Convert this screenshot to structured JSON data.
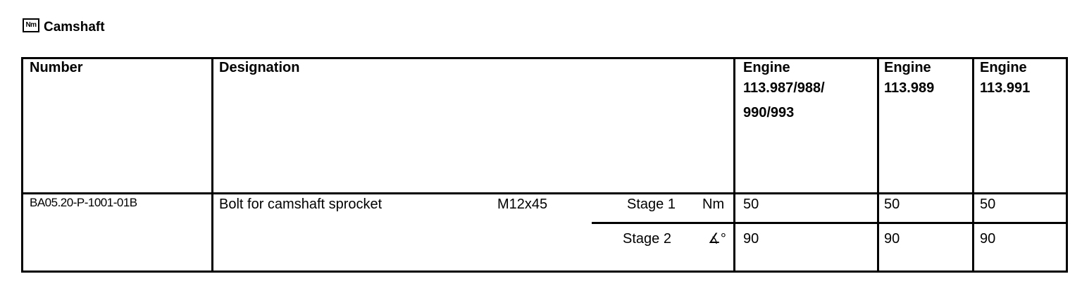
{
  "section": {
    "icon_label": "Nm",
    "title": "Camshaft"
  },
  "table": {
    "headers": {
      "number": "Number",
      "designation": "Designation",
      "engine_a": [
        "Engine",
        "113.987/988/",
        "990/993"
      ],
      "engine_b": [
        "Engine",
        "113.989"
      ],
      "engine_c": [
        "Engine",
        "113.991"
      ]
    },
    "row": {
      "number": "BA05.20-P-1001-01B",
      "designation": "Bolt for camshaft sprocket",
      "size": "M12x45",
      "stages": [
        {
          "label": "Stage 1",
          "unit": "Nm",
          "values": [
            "50",
            "50",
            "50"
          ]
        },
        {
          "label": "Stage 2",
          "unit": "∡°",
          "values": [
            "90",
            "90",
            "90"
          ]
        }
      ]
    }
  }
}
